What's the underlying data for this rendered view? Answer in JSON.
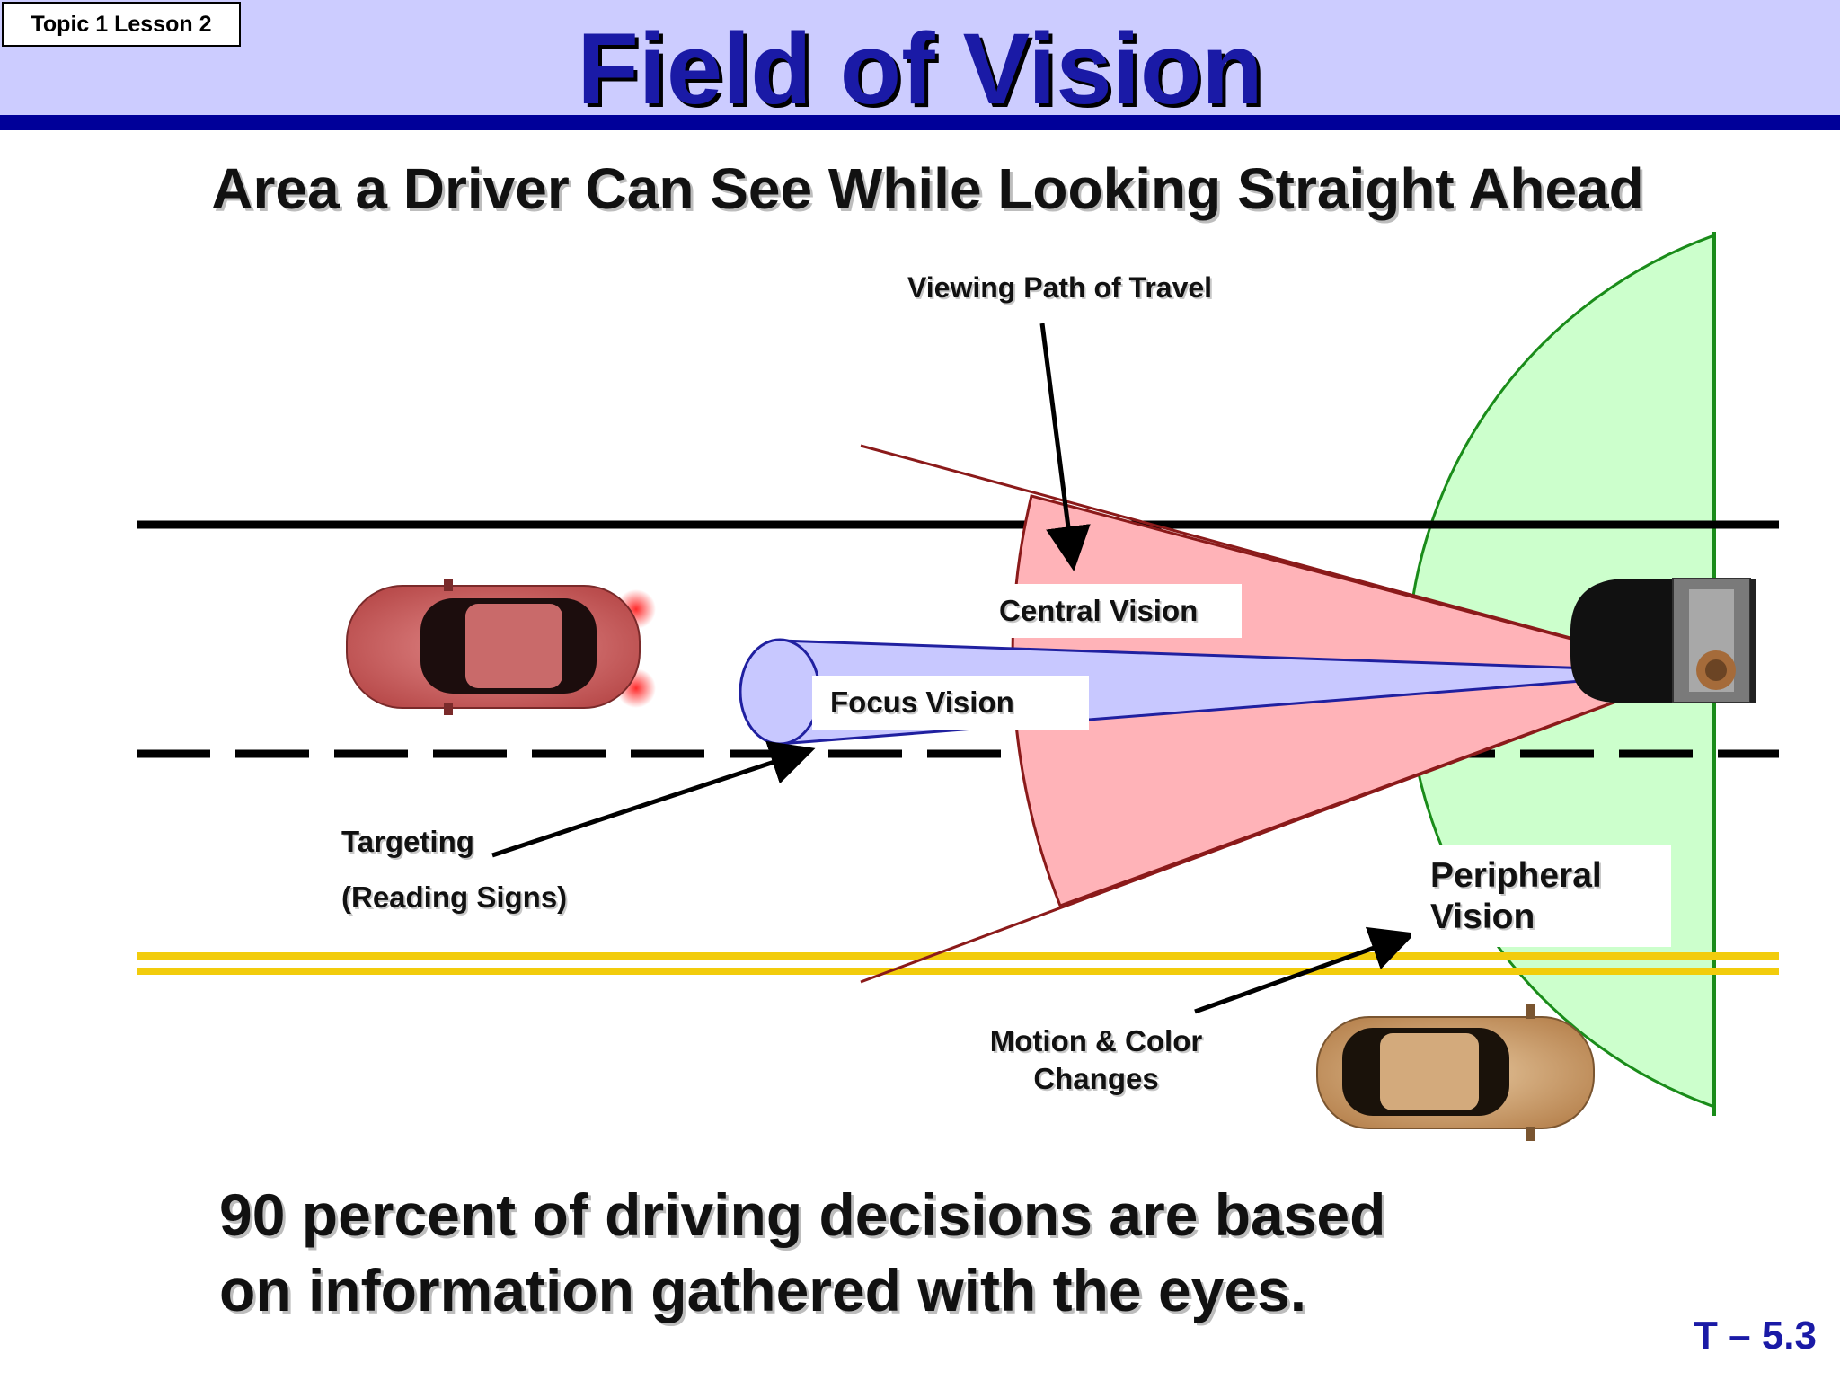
{
  "header": {
    "topic_tag": "Topic 1 Lesson 2",
    "title": "Field of Vision",
    "subtitle": "Area a Driver Can See While Looking Straight Ahead"
  },
  "diagram": {
    "labels": {
      "viewing_path": "Viewing Path of Travel",
      "central_vision": "Central Vision",
      "focus_vision": "Focus Vision",
      "targeting": "Targeting",
      "reading_signs": "(Reading Signs)",
      "peripheral_line1": "Peripheral",
      "peripheral_line2": "Vision",
      "motion_line1": "Motion & Color",
      "motion_line2": "Changes"
    },
    "colors": {
      "peripheral_fill": "#ccffcc",
      "peripheral_stroke": "#1a8c1a",
      "central_fill": "#ffb3b8",
      "central_stroke": "#8b1a1a",
      "focus_fill": "#c8c8ff",
      "focus_stroke": "#2020a0",
      "road_line": "#000000",
      "yellow_line": "#f2cc0c",
      "car_red": "#c85a5a",
      "car_tan": "#c99a66",
      "car_driver": "#111111"
    },
    "icons": [
      "red-car-icon",
      "tan-car-icon",
      "driver-car-icon",
      "arrow-icon"
    ]
  },
  "footer": {
    "line1": "90 percent of driving decisions are based",
    "line2": "on information gathered with the eyes.",
    "slide_number": "T – 5.3"
  }
}
